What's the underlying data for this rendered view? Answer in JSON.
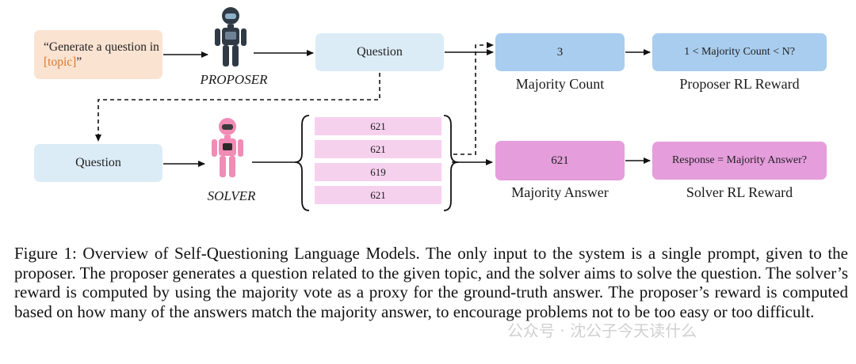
{
  "diagram": {
    "prompt_box": {
      "text_prefix": "“Generate a question in ",
      "topic": "[topic]",
      "text_suffix": "”"
    },
    "proposer_label": "PROPOSER",
    "solver_label": "SOLVER",
    "proposer_question": "Question",
    "solver_question": "Question",
    "responses": [
      "621",
      "621",
      "619",
      "621"
    ],
    "majority_count_value": "3",
    "majority_count_label": "Majority Count",
    "proposer_reward_text": "1 < Majority Count < N?",
    "proposer_reward_label": "Proposer RL Reward",
    "majority_answer_value": "621",
    "majority_answer_label": "Majority Answer",
    "solver_reward_text": "Response = Majority Answer?",
    "solver_reward_label": "Solver RL Reward",
    "colors": {
      "prompt_bg": "#fbe3d2",
      "topic_text": "#d9772b",
      "question_bg": "#dcecf7",
      "proposer_box_bg": "#a9cdee",
      "solver_box_bg": "#e59ddc",
      "response_bg": "#f6d1ee",
      "proposer_robot": "#2f3a45",
      "solver_robot": "#f08cb6"
    }
  },
  "caption": "Figure 1: Overview of Self-Questioning Language Models. The only input to the system is a single prompt, given to the proposer. The proposer generates a question related to the given topic, and the solver aims to solve the question. The solver’s reward is computed by using the majority vote as a proxy for the ground-truth answer. The proposer’s reward is computed based on how many of the answers match the majority answer, to encourage problems not to be too easy or too difficult.",
  "watermark": "公众号 · 沈公子今天读什么"
}
